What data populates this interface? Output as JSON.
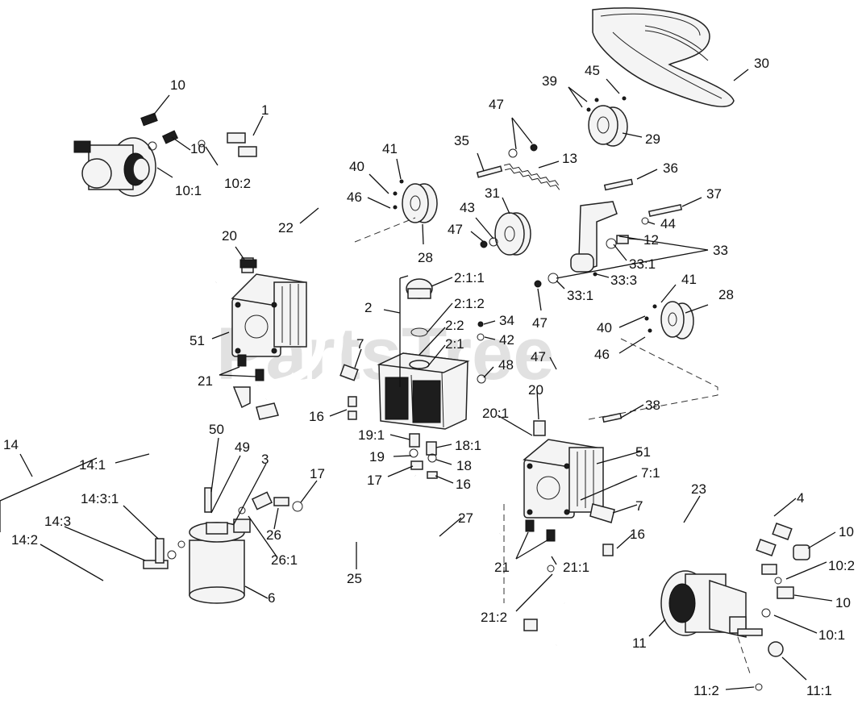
{
  "watermark": "PartsTree",
  "callouts": [
    "10",
    "1",
    "10",
    "10:1",
    "10:2",
    "22",
    "41",
    "40",
    "46",
    "28",
    "20",
    "51",
    "21",
    "30",
    "45",
    "39",
    "29",
    "47",
    "35",
    "13",
    "36",
    "31",
    "43",
    "47",
    "37",
    "44",
    "12",
    "33",
    "33:1",
    "33:3",
    "33:1",
    "47",
    "2:1:1",
    "2",
    "2:1:2",
    "2:2",
    "34",
    "42",
    "2:1",
    "48",
    "7",
    "16",
    "19:1",
    "19",
    "17",
    "18:1",
    "18",
    "16",
    "14",
    "14:1",
    "50",
    "49",
    "3",
    "17",
    "14:3:1",
    "14:3",
    "14:2",
    "26",
    "26:1",
    "25",
    "6",
    "27",
    "41",
    "28",
    "40",
    "46",
    "47",
    "20",
    "38",
    "20:1",
    "51",
    "7:1",
    "7",
    "23",
    "4",
    "10",
    "16",
    "21",
    "21:1",
    "10:2",
    "10",
    "21:2",
    "11",
    "10:1",
    "11:2",
    "11:1"
  ]
}
